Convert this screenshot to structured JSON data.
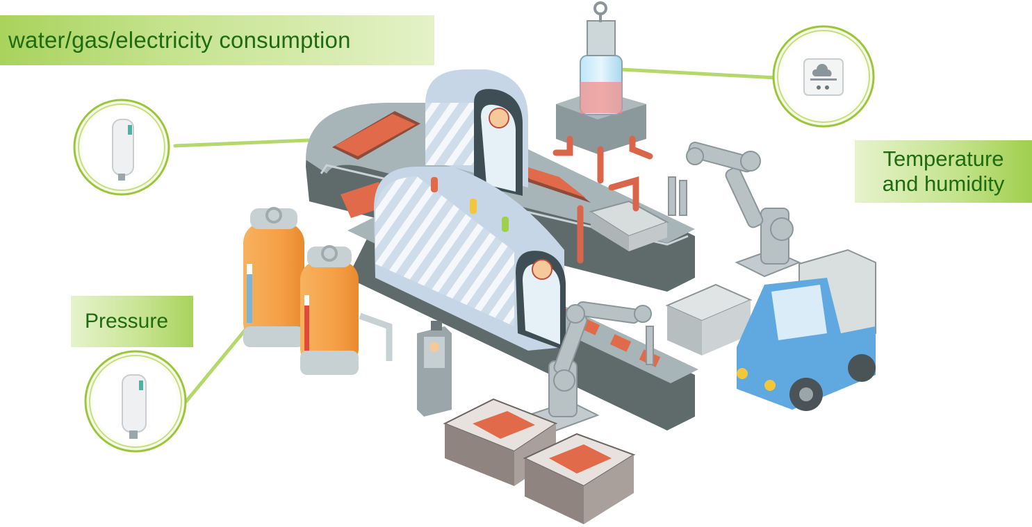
{
  "labels": {
    "water": "water/gas/electricity consumption",
    "temperature_line1": "Temperature",
    "temperature_line2": "and humidity",
    "pressure": "Pressure"
  },
  "colors": {
    "label_text": "#1f6b12",
    "ring_green": "#9cc63a",
    "connector_green": "#b4d96a",
    "conveyor_dark": "#5f6b6a",
    "conveyor_top": "#a7b4b8",
    "tank_orange": "#f6a24b",
    "oven_blue": "#c7d6e6",
    "truck_blue": "#5fa8e0",
    "brick": "#e06a4a"
  },
  "icons": [
    "meter-sensor-icon",
    "temperature-humidity-sensor-icon",
    "pressure-sensor-icon"
  ]
}
